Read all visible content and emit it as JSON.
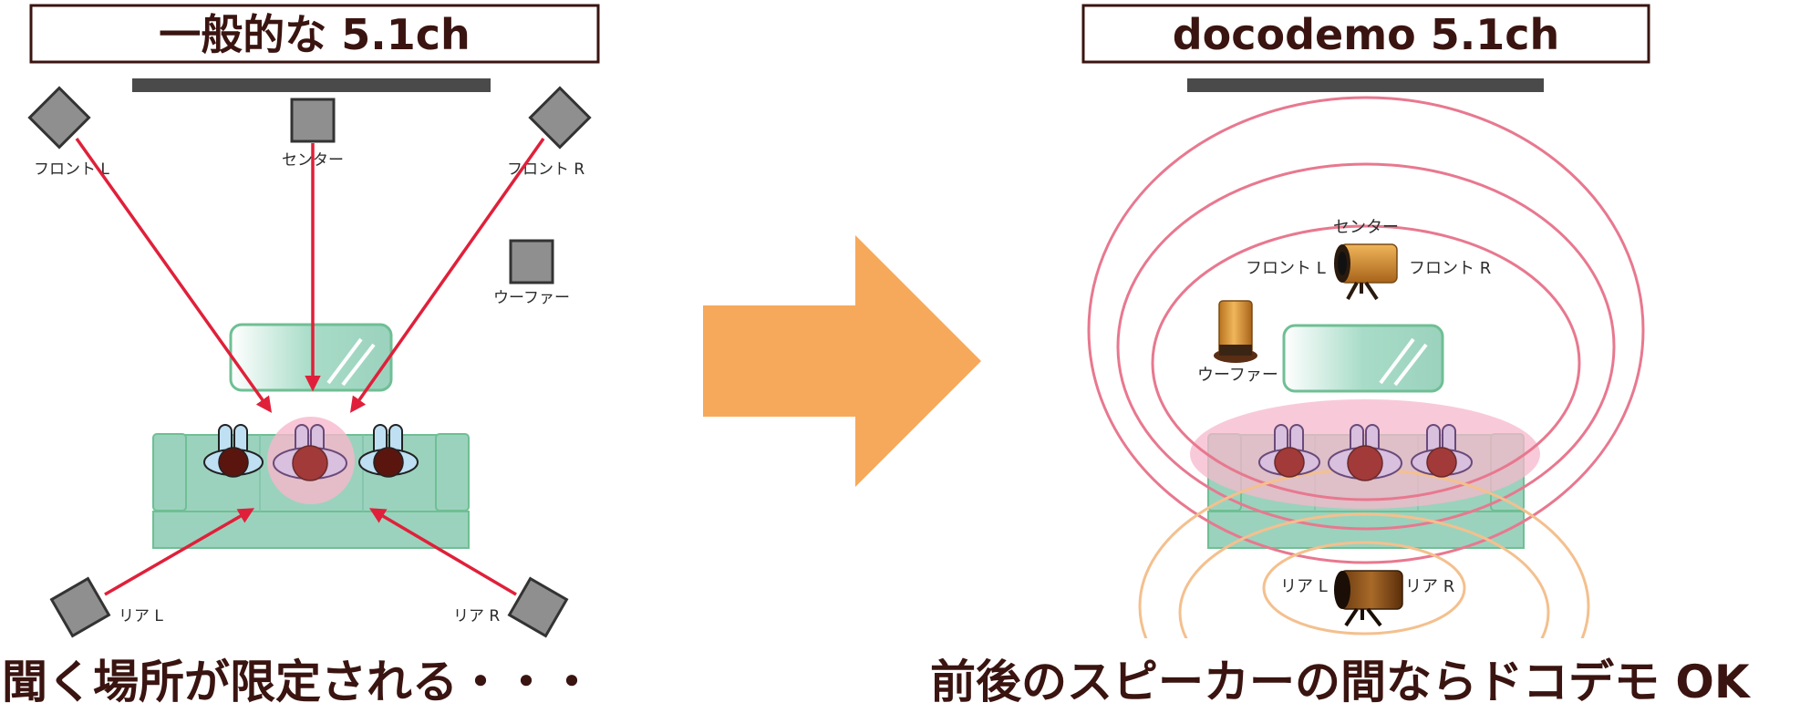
{
  "left_panel": {
    "title": "一般的な 5.1ch",
    "labels": {
      "front_l": "フロント L",
      "center": "センター",
      "front_r": "フロント R",
      "woofer": "ウーファー",
      "rear_l": "リア L",
      "rear_r": "リア R"
    },
    "caption": "聞く場所が限定される・・・"
  },
  "right_panel": {
    "title": "docodemo 5.1ch",
    "labels": {
      "center": "センター",
      "front_l": "フロント L",
      "front_r": "フロント R",
      "woofer": "ウーファー",
      "rear_l": "リア L",
      "rear_r": "リア R"
    },
    "caption": "前後のスピーカーの間ならドコデモ OK"
  },
  "colors": {
    "arrow_red": "#e0203a",
    "sofa_green": "#9bd2bd",
    "pink_zone": "#f6b8cc",
    "ring_pink": "#e8788f",
    "ring_orange": "#f4c08e",
    "big_arrow": "#f6a95a",
    "title_text": "#3a1410"
  }
}
